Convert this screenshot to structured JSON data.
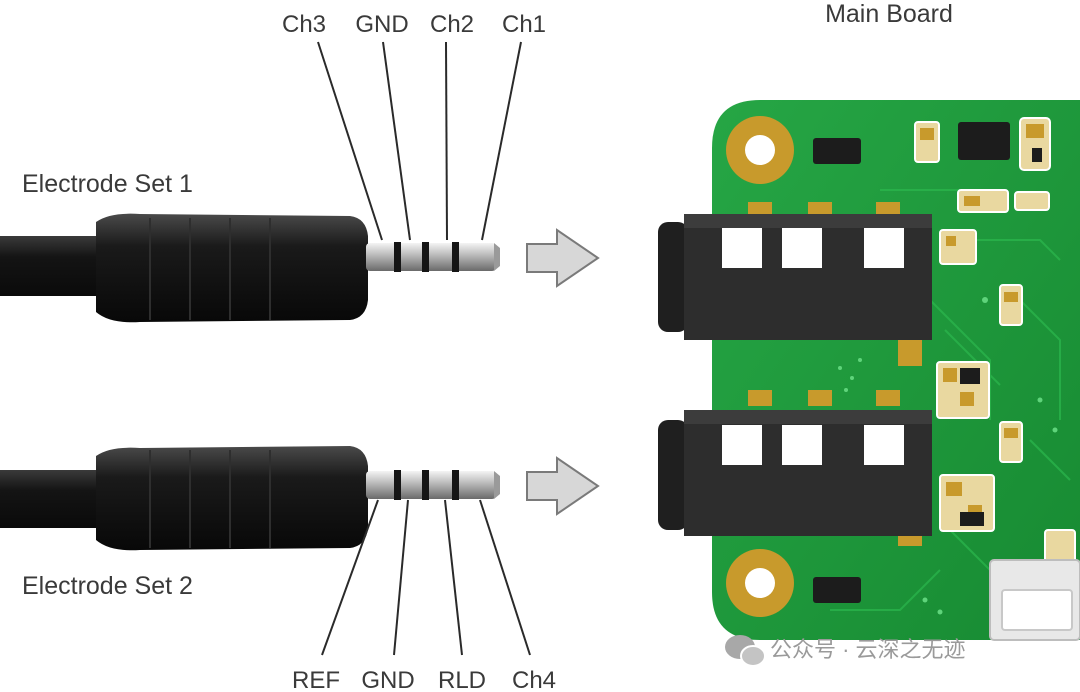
{
  "labels": {
    "set1_pins": [
      "Ch3",
      "GND",
      "Ch2",
      "Ch1"
    ],
    "set2_pins": [
      "REF",
      "GND",
      "RLD",
      "Ch4"
    ],
    "main_board": "Main Board",
    "electrode_set_1": "Electrode Set 1",
    "electrode_set_2": "Electrode Set 2"
  },
  "watermark": {
    "text": "公众号 · 云深之无迹",
    "icon": "wechat-icon"
  },
  "icons": {
    "arrow": "right-arrow-icon",
    "connector": "audio-jack-connector-icon"
  },
  "colors": {
    "pcb_green": "#1e9a3c",
    "pad_gold": "#c89a2c",
    "jack_body": "#2d2d2d",
    "cable_black": "#141414",
    "leader_line": "#2a2a2a",
    "arrow_fill": "#d7d7d7"
  }
}
